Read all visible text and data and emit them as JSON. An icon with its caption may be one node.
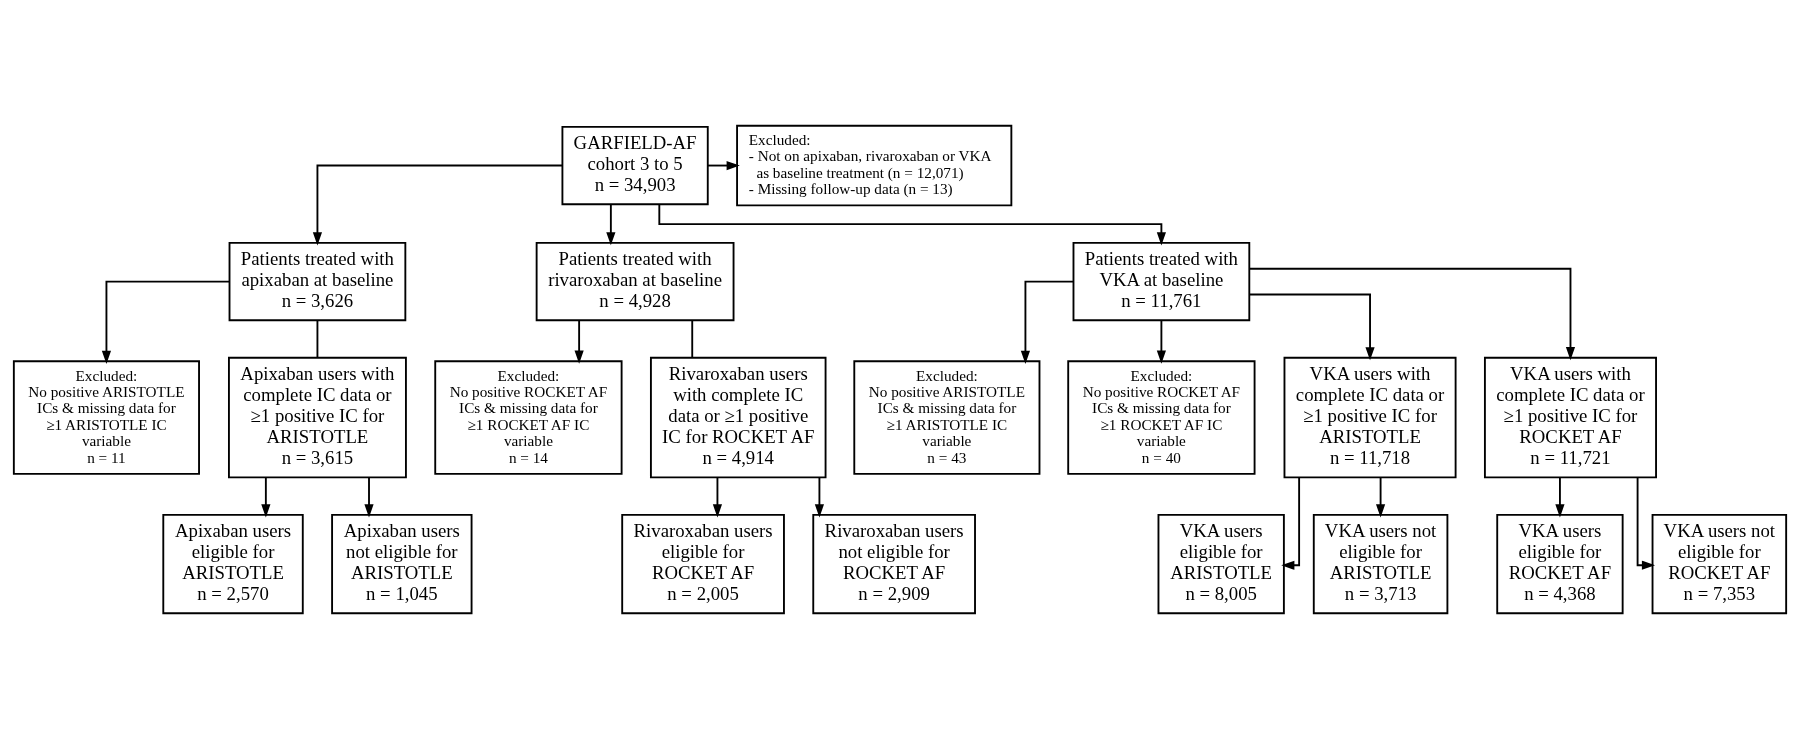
{
  "diagram": {
    "nodes": [
      {
        "text": [
          "GARFIELD-AF cohort 3 to 5",
          "n = 34,903"
        ]
      },
      {
        "text": [
          "Excluded:",
          "- Not on apixaban, rivaroxaban or VKA as baseline treatment (n = 12,071)",
          "- Missing follow-up data (n = 13)"
        ]
      },
      {
        "text": [
          "Patients treated with apixaban at baseline",
          "n = 3,626"
        ]
      },
      {
        "text": [
          "Patients treated with rivaroxaban at baseline",
          "n = 4,928"
        ]
      },
      {
        "text": [
          "Patients treated with VKA at baseline",
          "n = 11,761"
        ]
      },
      {
        "text": [
          "Excluded:",
          "No positive ARISTOTLE ICs & missing data for ≥1 ARISTOTLE IC variable",
          "n = 11"
        ]
      },
      {
        "text": [
          "Excluded:",
          "No positive ROCKET AF ICs & missing data for ≥1 ROCKET AF IC variable",
          "n = 14"
        ]
      },
      {
        "text": [
          "Excluded:",
          "No positive ARISTOTLE ICs & missing data for ≥1 ARISTOTLE IC variable",
          "n = 43"
        ]
      },
      {
        "text": [
          "Excluded:",
          "No positive ROCKET AF ICs & missing data for ≥1 ROCKET AF IC variable",
          "n = 40"
        ]
      },
      {
        "text": [
          "Apixaban users with complete IC data or ≥1 positive IC for ARISTOTLE",
          "n = 3,615"
        ]
      },
      {
        "text": [
          "Rivaroxaban users with complete IC data or ≥1 positive IC for ROCKET AF",
          "n = 4,914"
        ]
      },
      {
        "text": [
          "VKA users with complete IC data or ≥1 positive IC for ARISTOTLE",
          "n = 11,718"
        ]
      },
      {
        "text": [
          "VKA users with complete IC data or ≥1 positive IC for ROCKET AF",
          "n = 11,721"
        ]
      },
      {
        "text": [
          "Apixaban users eligible for ARISTOTLE",
          "n = 2,570"
        ]
      },
      {
        "text": [
          "Apixaban users not eligible for ARISTOTLE",
          "n = 1,045"
        ]
      },
      {
        "text": [
          "Rivaroxaban users eligible for ROCKET AF",
          "n = 2,005"
        ]
      },
      {
        "text": [
          "Rivaroxaban users not eligible for ROCKET AF",
          "n = 2,909"
        ]
      },
      {
        "text": [
          "VKA users eligible for ARISTOTLE",
          "n = 8,005"
        ]
      },
      {
        "text": [
          "VKA users not eligible for ARISTOTLE",
          "n = 3,713"
        ]
      },
      {
        "text": [
          "VKA users eligible for ROCKET AF",
          "n = 4,368"
        ]
      },
      {
        "text": [
          "VKA users not eligible for ROCKET AF",
          "n = 7,353"
        ]
      }
    ],
    "edges": [
      {
        "from": 0,
        "to": 1,
        "arrow": "to"
      },
      {
        "from": 0,
        "to": 2,
        "arrow": "to"
      },
      {
        "from": 0,
        "to": 3,
        "arrow": "to"
      },
      {
        "from": 0,
        "to": 4,
        "arrow": "to"
      },
      {
        "from": 2,
        "to": 5,
        "arrow": "to"
      },
      {
        "from": 2,
        "to": 9,
        "arrow": "none"
      },
      {
        "from": 3,
        "to": 6,
        "arrow": "to"
      },
      {
        "from": 3,
        "to": 10,
        "arrow": "none"
      },
      {
        "from": 4,
        "to": 7,
        "arrow": "to"
      },
      {
        "from": 4,
        "to": 8,
        "arrow": "to"
      },
      {
        "from": 4,
        "to": 11,
        "arrow": "to"
      },
      {
        "from": 4,
        "to": 12,
        "arrow": "to"
      },
      {
        "from": 9,
        "to": 13,
        "arrow": "to"
      },
      {
        "from": 9,
        "to": 14,
        "arrow": "to"
      },
      {
        "from": 10,
        "to": 15,
        "arrow": "to"
      },
      {
        "from": 10,
        "to": 16,
        "arrow": "to"
      },
      {
        "from": 11,
        "to": 17,
        "arrow": "to"
      },
      {
        "from": 11,
        "to": 18,
        "arrow": "to"
      },
      {
        "from": 12,
        "to": 19,
        "arrow": "to"
      },
      {
        "from": 12,
        "to": 20,
        "arrow": "to"
      }
    ]
  }
}
